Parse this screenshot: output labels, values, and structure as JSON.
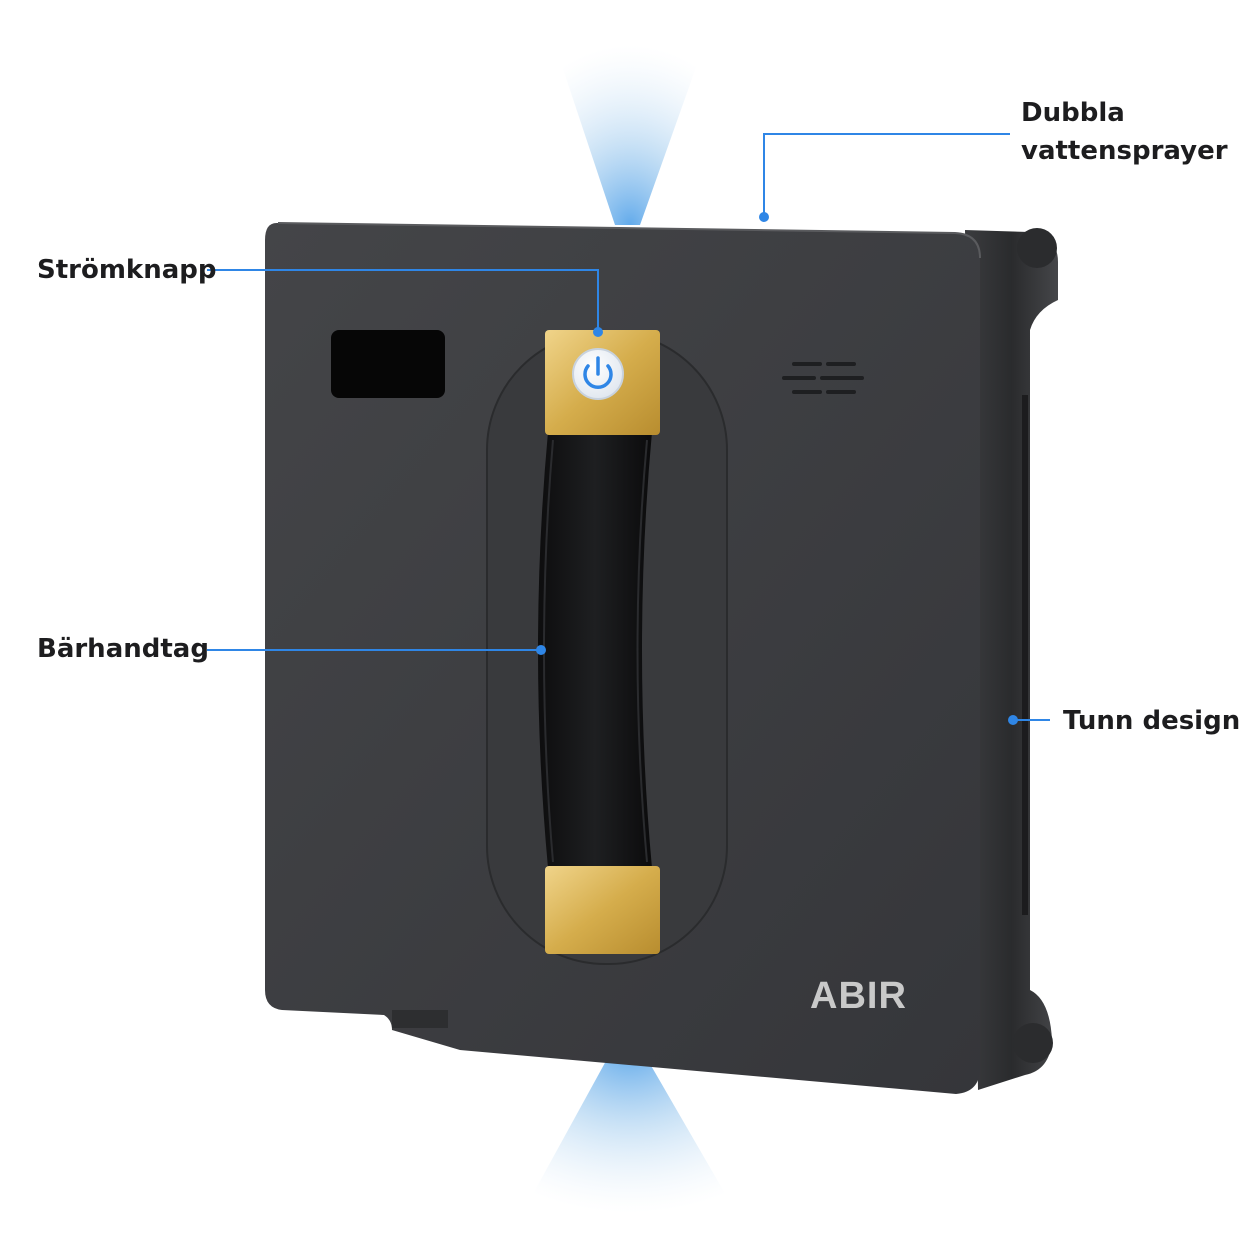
{
  "callouts": {
    "power_button": "Strömknapp",
    "carry_handle": "Bärhandtag",
    "dual_spray_line1": "Dubbla",
    "dual_spray_line2": "vattensprayer",
    "thin_design": "Tunn design"
  },
  "device": {
    "brand": "ABIR",
    "power_icon": "power-icon"
  },
  "colors": {
    "body": "#3a3b3d",
    "side": "#2c2d2f",
    "gold": "#d9b45a",
    "leader": "#2f86e6",
    "spray": "#8fbfe8"
  }
}
